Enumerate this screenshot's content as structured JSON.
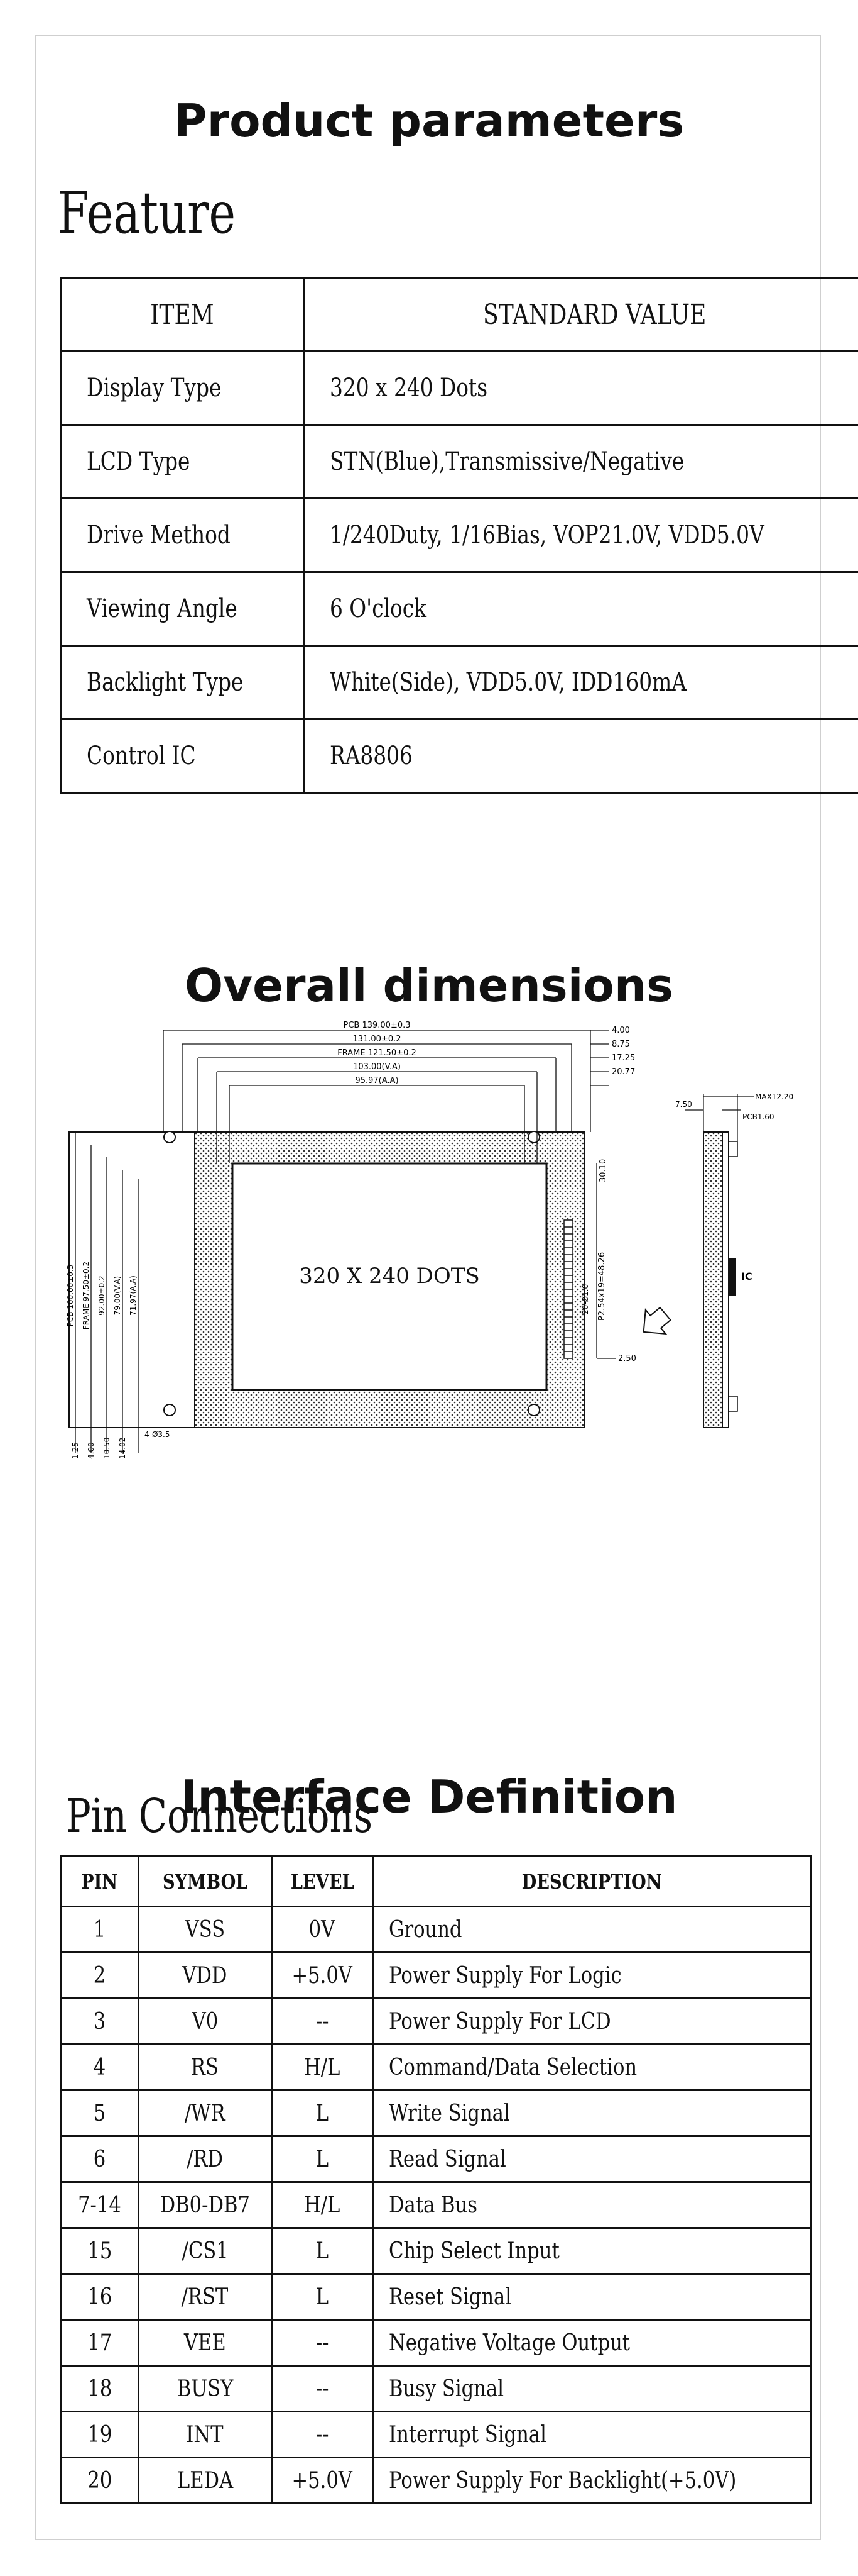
{
  "sections": {
    "product_parameters": "Product parameters",
    "feature": "Feature",
    "overall_dimensions": "Overall dimensions",
    "interface_definition": "Interface Definition",
    "pin_connections": "Pin Connections"
  },
  "feature_table": {
    "headers": [
      "ITEM",
      "STANDARD VALUE"
    ],
    "rows": [
      {
        "item": "Display Type",
        "value": "320 x 240 Dots"
      },
      {
        "item": "LCD Type",
        "value": "STN(Blue),Transmissive/Negative"
      },
      {
        "item": "Drive Method",
        "value": "1/240Duty, 1/16Bias, VOP21.0V, VDD5.0V"
      },
      {
        "item": "Viewing Angle",
        "value": "6 O'clock"
      },
      {
        "item": "Backlight Type",
        "value": "White(Side), VDD5.0V, IDD160mA"
      },
      {
        "item": "Control IC",
        "value": "RA8806"
      }
    ]
  },
  "drawing": {
    "screen_label": "320 X 240 DOTS",
    "pcb_w": "PCB 139.00±0.3",
    "w131": "131.00±0.2",
    "frame_w": "FRAME 121.50±0.2",
    "va_w": "103.00(V.A)",
    "aa_w": "95.97(A.A)",
    "d400": "4.00",
    "d875": "8.75",
    "d1725": "17.25",
    "d2077": "20.77",
    "d3010": "30.10",
    "d250": "2.50",
    "pitch": "P2.54x19=48.26",
    "pins": "20-Ø1.0",
    "pcb_h": "PCB 100.00±0.3",
    "frame_h": "FRAME 97.50±0.2",
    "h9200": "92.00±0.2",
    "va_h": "79.00(V.A)",
    "aa_h": "71.97(A.A)",
    "b125": "1.25",
    "b400": "4.00",
    "b1050": "10.50",
    "b1402": "14.02",
    "holes": "4-Ø3.5",
    "max_h": "MAX12.20",
    "side_750": "7.50",
    "side_pcb": "PCB1.60",
    "ic": "IC"
  },
  "pin_table": {
    "headers": [
      "PIN",
      "SYMBOL",
      "LEVEL",
      "DESCRIPTION"
    ],
    "rows": [
      {
        "pin": "1",
        "symbol": "VSS",
        "level": "0V",
        "desc": "Ground"
      },
      {
        "pin": "2",
        "symbol": "VDD",
        "level": "+5.0V",
        "desc": "Power Supply For Logic"
      },
      {
        "pin": "3",
        "symbol": "V0",
        "level": "--",
        "desc": "Power Supply For LCD"
      },
      {
        "pin": "4",
        "symbol": "RS",
        "level": "H/L",
        "desc": "Command/Data Selection"
      },
      {
        "pin": "5",
        "symbol": "/WR",
        "level": "L",
        "desc": "Write Signal"
      },
      {
        "pin": "6",
        "symbol": "/RD",
        "level": "L",
        "desc": "Read Signal"
      },
      {
        "pin": "7-14",
        "symbol": "DB0-DB7",
        "level": "H/L",
        "desc": "Data Bus"
      },
      {
        "pin": "15",
        "symbol": "/CS1",
        "level": "L",
        "desc": "Chip Select Input"
      },
      {
        "pin": "16",
        "symbol": "/RST",
        "level": "L",
        "desc": "Reset Signal"
      },
      {
        "pin": "17",
        "symbol": "VEE",
        "level": "--",
        "desc": "Negative Voltage Output"
      },
      {
        "pin": "18",
        "symbol": "BUSY",
        "level": "--",
        "desc": "Busy Signal"
      },
      {
        "pin": "19",
        "symbol": "INT",
        "level": "--",
        "desc": "Interrupt Signal"
      },
      {
        "pin": "20",
        "symbol": "LEDA",
        "level": "+5.0V",
        "desc": "Power Supply For Backlight(+5.0V)"
      }
    ]
  }
}
